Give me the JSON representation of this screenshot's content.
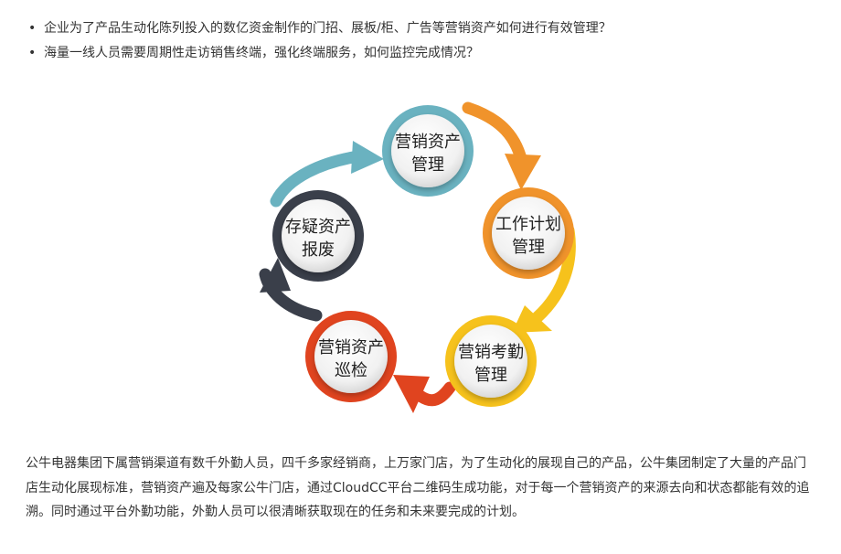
{
  "bullets": [
    "企业为了产品生动化陈列投入的数亿资金制作的门招、展板/柜、广告等营销资产如何进行有效管理？",
    "海量一线人员需要周期性走访销售终端，强化终端服务，如何监控完成情况？"
  ],
  "cycle": [
    {
      "line1": "营销资产",
      "line2": "管理",
      "color": "#6ab2c0"
    },
    {
      "line1": "工作计划",
      "line2": "管理",
      "color": "#f0932b"
    },
    {
      "line1": "营销考勤",
      "line2": "管理",
      "color": "#f6c21c"
    },
    {
      "line1": "营销资产",
      "line2": "巡检",
      "color": "#e0441f"
    },
    {
      "line1": "存疑资产",
      "line2": "报废",
      "color": "#3a3f4a"
    }
  ],
  "paragraph": "公牛电器集团下属营销渠道有数千外勤人员，四千多家经销商，上万家门店，为了生动化的展现自己的产品，公牛集团制定了大量的产品门店生动化展现标准，营销资产遍及每家公牛门店，通过CloudCC平台二维码生成功能，对于每一个营销资产的来源去向和状态都能有效的追溯。同时通过平台外勤功能，外勤人员可以很清晰获取现在的任务和未来要完成的计划。"
}
